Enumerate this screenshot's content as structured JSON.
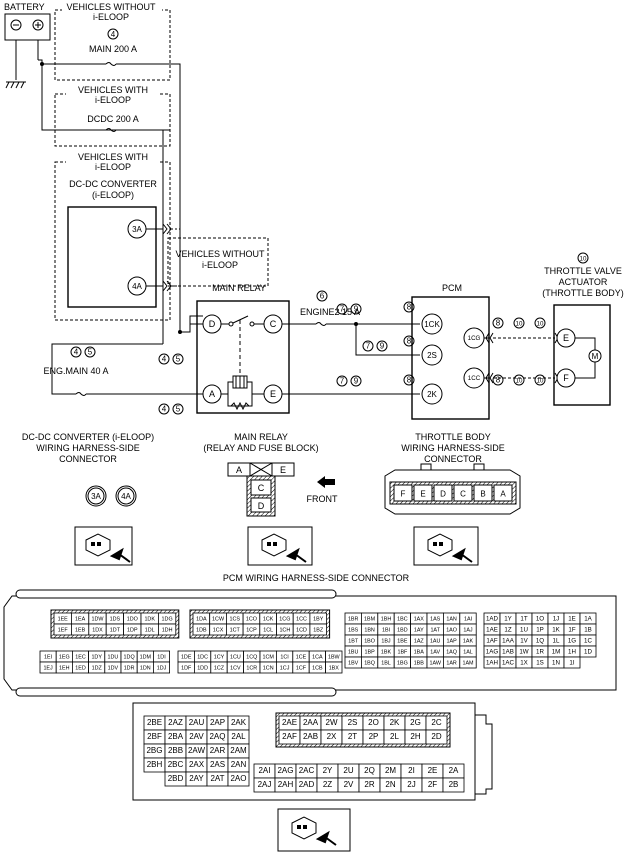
{
  "labels": {
    "battery": "BATTERY",
    "without_ieloop_1": "VEHICLES WITHOUT",
    "without_ieloop_1b": "i-ELOOP",
    "fuse_num_4": "4",
    "main_fuse": "MAIN 200 A",
    "with_ieloop_1": "VEHICLES WITH",
    "with_ieloop_1b": "i-ELOOP",
    "dcdc_fuse": "DCDC 200 A",
    "with_ieloop_2": "VEHICLES WITH",
    "with_ieloop_2b": "i-ELOOP",
    "dcdc_conv": "DC-DC CONVERTER",
    "dcdc_conv_b": "(i-ELOOP)",
    "without_ieloop_2": "VEHICLES WITHOUT",
    "without_ieloop_2b": "i-ELOOP",
    "main_relay": "MAIN RELAY",
    "num_6": "6",
    "engine2": "ENGINE2 15 A",
    "eng_main": "ENG.MAIN 40 A",
    "pcm": "PCM",
    "num_10": "10",
    "tva1": "THROTTLE VALVE",
    "tva2": "ACTUATOR",
    "tva3": "(THROTTLE BODY)",
    "n4": "4",
    "n5": "5",
    "n7": "7",
    "n8": "8",
    "n9": "9",
    "n10": "10"
  },
  "pins": {
    "p3A": "3A",
    "p4A": "4A",
    "D": "D",
    "C": "C",
    "A": "A",
    "E": "E",
    "F": "F",
    "p1CK": "1CK",
    "p2S": "2S",
    "p2K": "2K",
    "p1CG": "1CG",
    "p1CC": "1CC",
    "M": "M"
  },
  "captions": {
    "dcdc_conn": [
      "DC-DC CONVERTER (i-ELOOP)",
      "WIRING HARNESS-SIDE",
      "CONNECTOR"
    ],
    "relay_conn": [
      "MAIN RELAY",
      "(RELAY AND FUSE BLOCK)"
    ],
    "tb_conn": [
      "THROTTLE BODY",
      "WIRING HARNESS-SIDE",
      "CONNECTOR"
    ],
    "front": "FRONT",
    "pcm_conn": "PCM WIRING HARNESS-SIDE CONNECTOR"
  },
  "relay_block": {
    "top": [
      "A",
      "E"
    ],
    "mid": "C",
    "bot": "D"
  },
  "tb_pins": [
    "F",
    "E",
    "D",
    "C",
    "B",
    "A"
  ],
  "pcm1": {
    "g1": [
      [
        "1EE",
        "1EA",
        "1DW",
        "1DS",
        "1DO",
        "1DK",
        "1DG"
      ],
      [
        "1EF",
        "1EB",
        "1DX",
        "1DT",
        "1DP",
        "1DL",
        "1DH"
      ]
    ],
    "g2": [
      [
        "1DA",
        "1CW",
        "1CS",
        "1CO",
        "1CK",
        "1CG",
        "1CC",
        "1BY"
      ],
      [
        "1DB",
        "1CX",
        "1CT",
        "1CP",
        "1CL",
        "1CH",
        "1CD",
        "1BZ"
      ]
    ],
    "g3": [
      [
        "1EI",
        "1EG",
        "1EC",
        "1DY",
        "1DU",
        "1DQ",
        "1DM",
        "1DI"
      ],
      [
        "1EJ",
        "1EH",
        "1ED",
        "1DZ",
        "1DV",
        "1DR",
        "1DN",
        "1DJ"
      ]
    ],
    "g4": [
      [
        "1DE",
        "1DC",
        "1CY",
        "1CU",
        "1CQ",
        "1CM",
        "1CI",
        "1CE",
        "1CA",
        "1BW"
      ],
      [
        "1DF",
        "1DD",
        "1CZ",
        "1CV",
        "1CR",
        "1CN",
        "1CJ",
        "1CF",
        "1CB",
        "1BX"
      ]
    ],
    "g5": [
      [
        "1BR",
        "1BM",
        "1BH",
        "1BC",
        "1AX",
        "1AS",
        "1AN",
        "1AI"
      ],
      [
        "1BS",
        "1BN",
        "1BI",
        "1BD",
        "1AY",
        "1AT",
        "1AO",
        "1AJ"
      ],
      [
        "1BT",
        "1BO",
        "1BJ",
        "1BE",
        "1AZ",
        "1AU",
        "1AP",
        "1AK"
      ],
      [
        "1BU",
        "1BP",
        "1BK",
        "1BF",
        "1BA",
        "1AV",
        "1AQ",
        "1AL"
      ],
      [
        "1BV",
        "1BQ",
        "1BL",
        "1BG",
        "1BB",
        "1AW",
        "1AR",
        "1AM"
      ]
    ],
    "g6": [
      [
        "1AD",
        "1Y",
        "1T",
        "1O",
        "1J",
        "1E",
        "1A"
      ],
      [
        "1AE",
        "1Z",
        "1U",
        "1P",
        "1K",
        "1F",
        "1B"
      ],
      [
        "1AF",
        "1AA",
        "1V",
        "1Q",
        "1L",
        "1G",
        "1C"
      ],
      [
        "1AG",
        "1AB",
        "1W",
        "1R",
        "1M",
        "1H",
        "1D"
      ],
      [
        "1AH",
        "1AC",
        "1X",
        "1S",
        "1N",
        "1I",
        ""
      ]
    ]
  },
  "pcm2": {
    "left": [
      [
        "2BE",
        "2AZ",
        "2AU",
        "2AP",
        "2AK"
      ],
      [
        "2BF",
        "2BA",
        "2AV",
        "2AQ",
        "2AL"
      ],
      [
        "2BG",
        "2BB",
        "2AW",
        "2AR",
        "2AM"
      ],
      [
        "2BH",
        "2BC",
        "2AX",
        "2AS",
        "2AN"
      ],
      [
        "",
        "2BD",
        "2AY",
        "2AT",
        "2AO"
      ]
    ],
    "boxed": [
      [
        "2AE",
        "2AA",
        "2W",
        "2S",
        "2O",
        "2K",
        "2G",
        "2C"
      ],
      [
        "2AF",
        "2AB",
        "2X",
        "2T",
        "2P",
        "2L",
        "2H",
        "2D"
      ]
    ],
    "bottom": [
      [
        "2AI",
        "2AG",
        "2AC",
        "2Y",
        "2U",
        "2Q",
        "2M",
        "2I",
        "2E",
        "2A"
      ],
      [
        "2AJ",
        "2AH",
        "2AD",
        "2Z",
        "2V",
        "2R",
        "2N",
        "2J",
        "2F",
        "2B"
      ]
    ]
  }
}
